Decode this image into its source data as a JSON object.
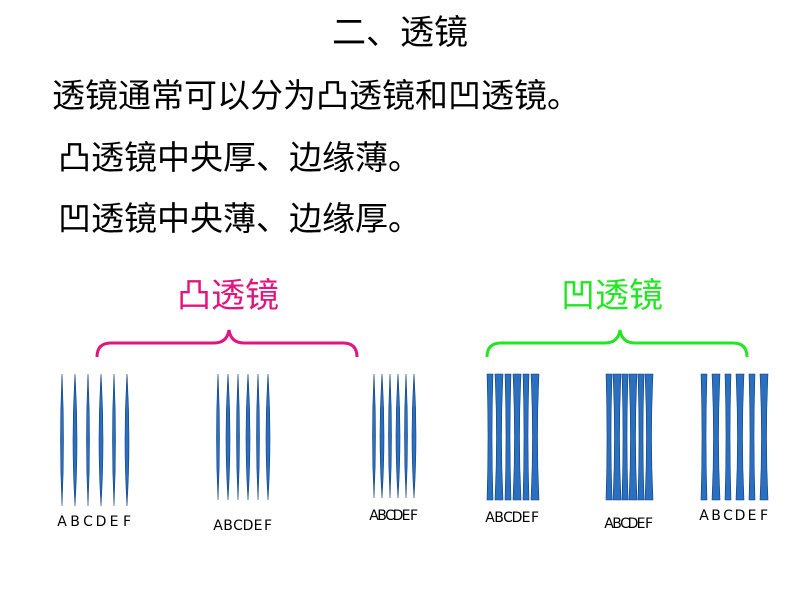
{
  "heading": "二、透镜",
  "lines": [
    "透镜通常可以分为凸透镜和凹透镜。",
    "凸透镜中央厚、边缘薄。",
    "凹透镜中央薄、边缘厚。"
  ],
  "groups": {
    "convex": {
      "label": "凸透镜",
      "color": "#e0157f"
    },
    "concave": {
      "label": "凹透镜",
      "color": "#22e622"
    }
  },
  "lens_letters": [
    "A",
    "B",
    "C",
    "D",
    "E",
    "F"
  ],
  "lens_color": "#2b6fc0"
}
